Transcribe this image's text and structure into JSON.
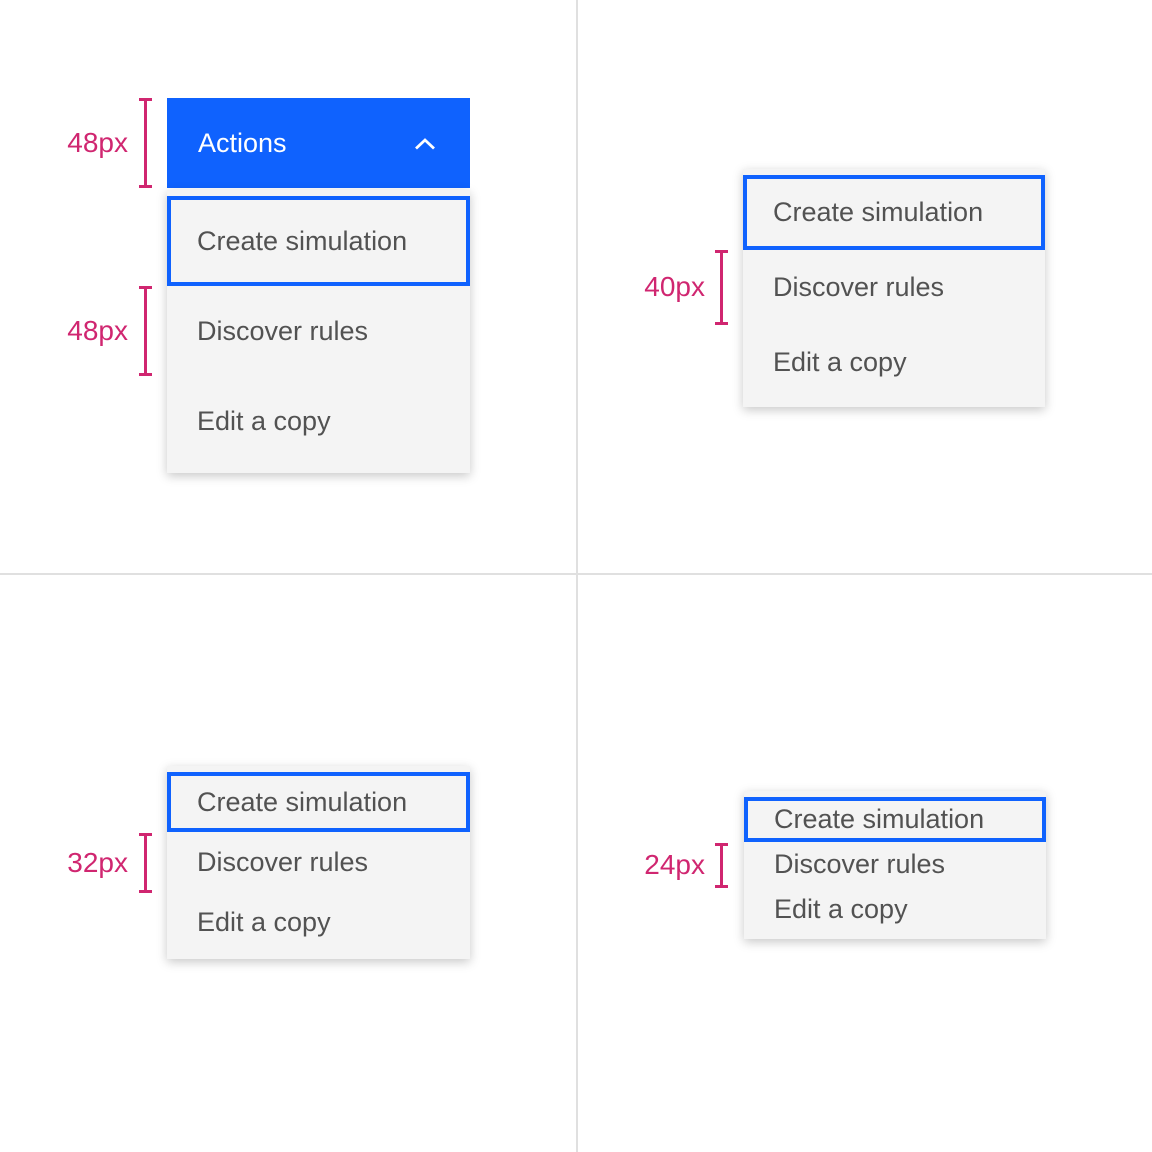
{
  "colors": {
    "accent_blue": "#0f62fe",
    "focus_border_blue": "#0f62fe",
    "annotation_magenta": "#d02670",
    "menu_background": "#f4f4f4",
    "menu_item_text": "#525252",
    "button_text": "#ffffff",
    "divider_gray": "#e0e0e0",
    "page_background": "#ffffff"
  },
  "menu_items": [
    "Create simulation",
    "Discover rules",
    "Edit a copy"
  ],
  "quadrants": [
    {
      "size": "48px",
      "button": {
        "label": "Actions",
        "icon": "chevron-up"
      },
      "annotations": [
        {
          "label": "48px"
        },
        {
          "label": "48px"
        }
      ]
    },
    {
      "size": "40px",
      "annotations": [
        {
          "label": "40px"
        }
      ]
    },
    {
      "size": "32px",
      "annotations": [
        {
          "label": "32px"
        }
      ]
    },
    {
      "size": "24px",
      "annotations": [
        {
          "label": "24px"
        }
      ]
    }
  ]
}
